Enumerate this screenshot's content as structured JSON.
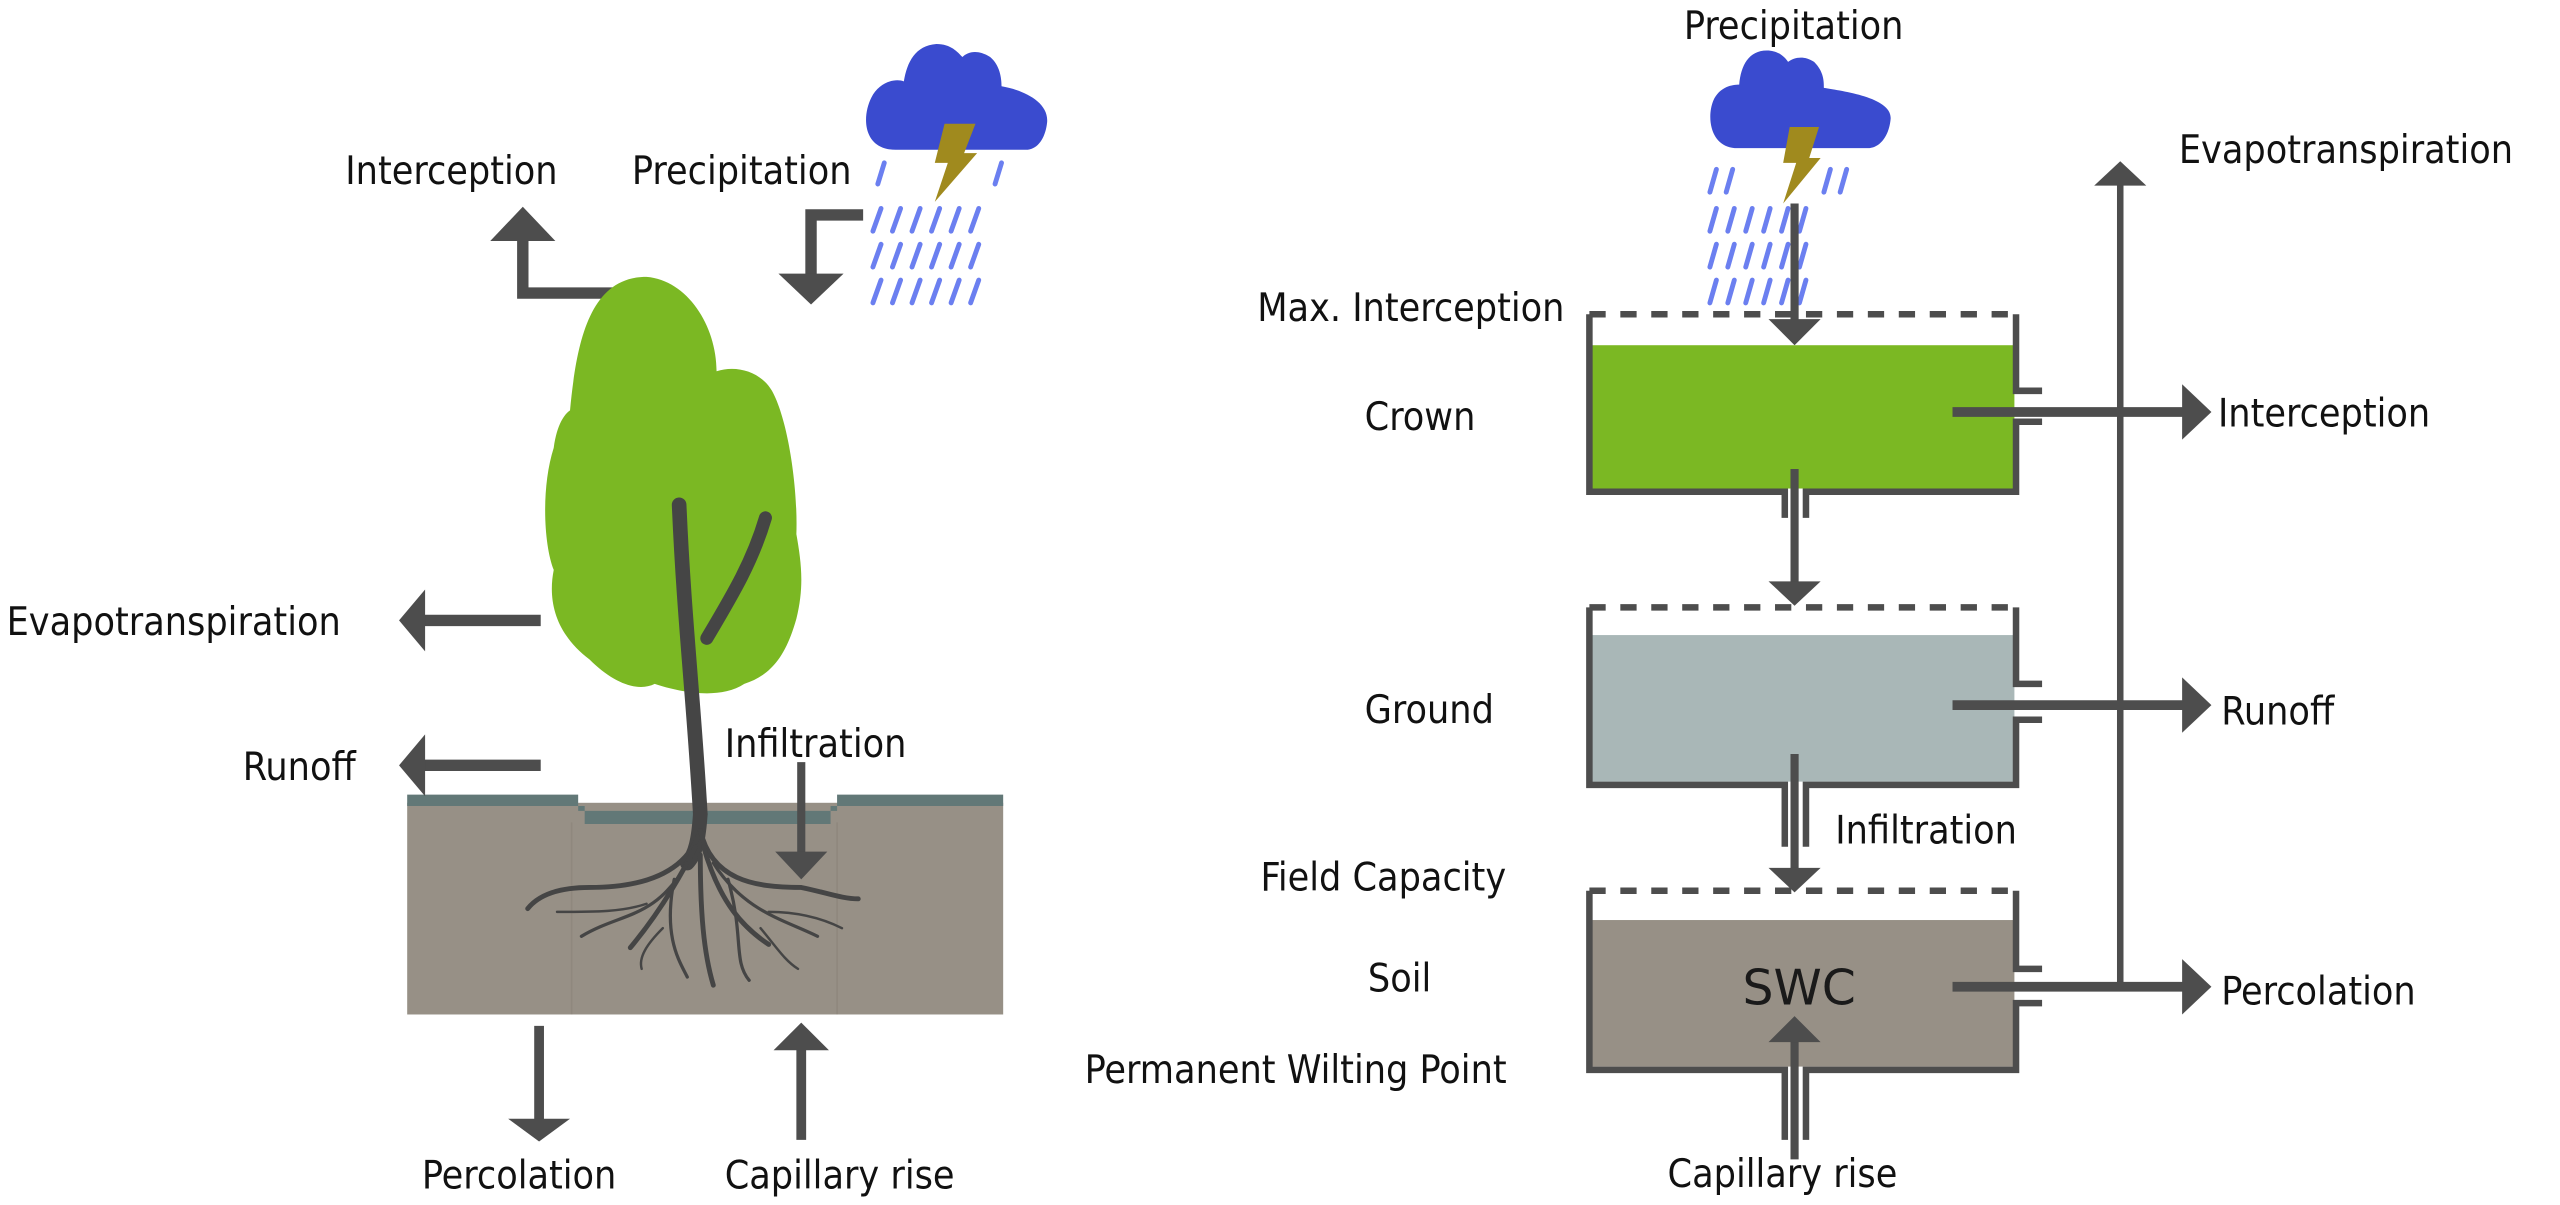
{
  "colors": {
    "cloud": "#3a4bcf",
    "lightning": "#a08a1e",
    "rain": "#6b7ff0",
    "crown": "#7bb823",
    "ground_water": "#a9b7b7",
    "soil": "#979086",
    "surface": "#627877",
    "arrow": "#4d4d4d",
    "trunk": "#454545"
  },
  "left_diagram": {
    "labels": {
      "interception": "Interception",
      "precipitation": "Precipitation",
      "evapotranspiration": "Evapotranspiration",
      "runoff": "Runoff",
      "infiltration": "Infiltration",
      "percolation": "Percolation",
      "capillary_rise": "Capillary rise"
    }
  },
  "right_diagram": {
    "labels": {
      "precipitation": "Precipitation",
      "evapotranspiration": "Evapotranspiration",
      "max_interception": "Max. Interception",
      "crown": "Crown",
      "interception": "Interception",
      "ground": "Ground",
      "runoff": "Runoff",
      "infiltration": "Infiltration",
      "field_capacity": "Field Capacity",
      "soil": "Soil",
      "swc": "SWC",
      "percolation": "Percolation",
      "permanent_wilting_point": "Permanent Wilting Point",
      "capillary_rise": "Capillary rise"
    },
    "storages": [
      {
        "name": "Crown",
        "fill_fraction": 0.85
      },
      {
        "name": "Ground",
        "fill_fraction": 0.82
      },
      {
        "name": "Soil",
        "fill_fraction": 0.83
      }
    ]
  }
}
